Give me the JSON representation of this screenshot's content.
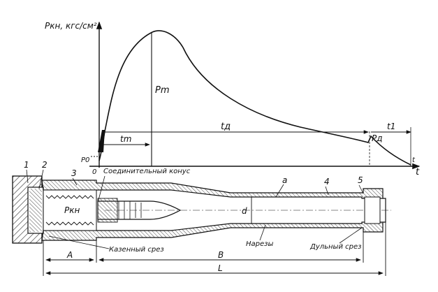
{
  "diagram": {
    "axis": {
      "y_label": "Pкн, кгс/см²",
      "x_label": "t",
      "origin_label": "0"
    },
    "curve_labels": {
      "p_m": "Pm",
      "p_0": "P0",
      "p_d": "Pд",
      "t_m": "tm",
      "t_d": "tд",
      "t_1": "t1",
      "t_end": "t"
    },
    "barrel_labels": {
      "connecting_cone": "Соединительный конус",
      "breech_cut": "Казенный срез",
      "rifling": "Нарезы",
      "muzzle_cut": "Дульный срез",
      "chamber_pressure": "Pкн",
      "caliber": "d",
      "rifling_letter": "а"
    },
    "part_numbers": [
      "1",
      "2",
      "3",
      "4",
      "5"
    ],
    "dimensions": {
      "a": "A",
      "b": "B",
      "l": "L"
    }
  }
}
